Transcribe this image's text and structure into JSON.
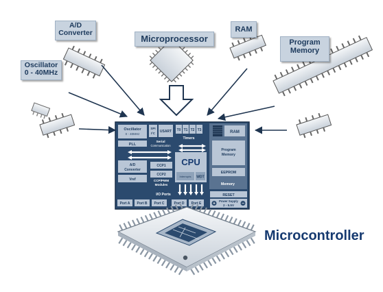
{
  "labels": {
    "ad_line1": "A/D",
    "ad_line2": "Converter",
    "microprocessor": "Microprocessor",
    "ram": "RAM",
    "program_line1": "Program",
    "program_line2": "Memory",
    "osc_line1": "Oscillator",
    "osc_line2": "0 - 40MHz",
    "microcontroller": "Microcontroller"
  },
  "die": {
    "osc_line1": "Oscillator",
    "osc_line2": "0 - 40MHz",
    "pll": "PLL",
    "spi": "SPI",
    "i2c": "I²C",
    "usart": "USART",
    "serial_line1": "Serial",
    "serial_line2": "Communication",
    "t0": "T0",
    "t1": "T1",
    "t2": "T2",
    "t3": "T3",
    "timers": "Timers",
    "ram": "RAM",
    "program_line1": "Program",
    "program_line2": "Memory",
    "eeprom": "EEPROM",
    "memory": "Memory",
    "ad_line1": "A/D",
    "ad_line2": "Converter",
    "vref": "Vref",
    "ccp1": "CCP1",
    "ccp2": "CCP2",
    "ccp_line1": "CCP/PWM",
    "ccp_line2": "Modules",
    "cpu": "CPU",
    "interrupts": "Interrupts",
    "wdt": "WDT",
    "io_ports": "I/O Ports",
    "ports": [
      "Port A",
      "Port B",
      "Port C",
      "Port D",
      "Port E"
    ],
    "reset": "RESET",
    "power_line1": "Power Supply",
    "power_line2": "2 - 5.5V",
    "plus": "+",
    "minus": "−"
  },
  "colors": {
    "label_bg": "#c8d3df",
    "label_text": "#1d3a5c",
    "die_bg": "#2b4a6e",
    "block": "#b9c6d6",
    "block_dark": "#7f95ad",
    "chip_body": "#e9edf1",
    "accent": "#163a70"
  }
}
